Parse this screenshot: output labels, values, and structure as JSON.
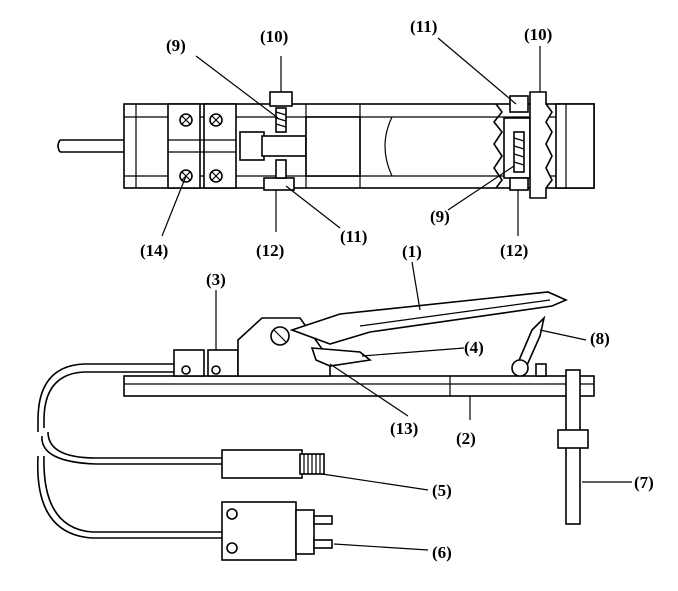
{
  "diagram": {
    "callouts": {
      "c1": "(1)",
      "c2": "(2)",
      "c3": "(3)",
      "c4": "(4)",
      "c5": "(5)",
      "c6": "(6)",
      "c7": "(7)",
      "c8": "(8)",
      "c9_left": "(9)",
      "c9_right": "(9)",
      "c10_left": "(10)",
      "c10_right": "(10)",
      "c11_left": "(11)",
      "c11_right": "(11)",
      "c12_left": "(12)",
      "c12_right": "(12)",
      "c13": "(13)",
      "c14": "(14)"
    },
    "colors": {
      "line": "#000000",
      "background": "#ffffff"
    }
  }
}
